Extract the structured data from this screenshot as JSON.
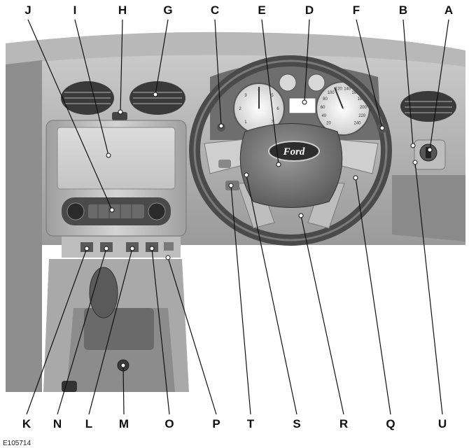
{
  "figure_id": "E105714",
  "brand_badge": "Ford",
  "speedo_scale": [
    "20",
    "40",
    "60",
    "80",
    "100",
    "120",
    "140",
    "160",
    "180",
    "200",
    "220",
    "240"
  ],
  "tacho_scale": [
    "1",
    "2",
    "3",
    "4",
    "5",
    "6",
    "7"
  ],
  "callouts_top": [
    {
      "letter": "J"
    },
    {
      "letter": "I"
    },
    {
      "letter": "H"
    },
    {
      "letter": "G"
    },
    {
      "letter": "C"
    },
    {
      "letter": "E"
    },
    {
      "letter": "D"
    },
    {
      "letter": "F"
    },
    {
      "letter": "B"
    },
    {
      "letter": "A"
    }
  ],
  "callouts_bottom": [
    {
      "letter": "K"
    },
    {
      "letter": "N"
    },
    {
      "letter": "L"
    },
    {
      "letter": "M"
    },
    {
      "letter": "O"
    },
    {
      "letter": "P"
    },
    {
      "letter": "T"
    },
    {
      "letter": "S"
    },
    {
      "letter": "R"
    },
    {
      "letter": "Q"
    },
    {
      "letter": "U"
    }
  ]
}
